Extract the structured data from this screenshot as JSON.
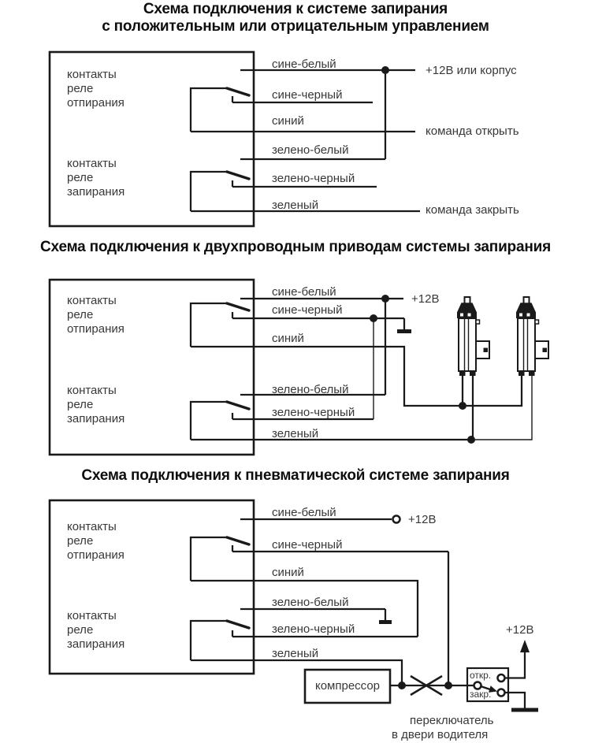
{
  "diagram1": {
    "title_line1": "Схема подключения к системе запирания",
    "title_line2": "с положительным или отрицательным управлением",
    "relay_unlock_label": "контакты\nреле\nотпирания",
    "relay_lock_label": "контакты\nреле\nзапирания",
    "wire_labels": [
      "сине-белый",
      "сине-черный",
      "синий",
      "зелено-белый",
      "зелено-черный",
      "зеленый"
    ],
    "right_labels": {
      "power": "+12В или корпус",
      "open_cmd": "команда открыть",
      "close_cmd": "команда закрыть"
    }
  },
  "diagram2": {
    "title": "Схема подключения к двухпроводным приводам системы запирания",
    "relay_unlock_label": "контакты\nреле\nотпирания",
    "relay_lock_label": "контакты\nреле\nзапирания",
    "wire_labels": [
      "сине-белый",
      "сине-черный",
      "синий",
      "зелено-белый",
      "зелено-черный",
      "зеленый"
    ],
    "right_labels": {
      "power": "+12В"
    }
  },
  "diagram3": {
    "title": "Схема подключения к пневматической системе запирания",
    "relay_unlock_label": "контакты\nреле\nотпирания",
    "relay_lock_label": "контакты\nреле\nзапирания",
    "wire_labels": [
      "сине-белый",
      "сине-черный",
      "синий",
      "зелено-белый",
      "зелено-черный",
      "зеленый"
    ],
    "right_labels": {
      "power_top": "+12В",
      "power_switch": "+12В"
    },
    "compressor_label": "компрессор",
    "switch": {
      "open": "откр.",
      "close": "закр.",
      "caption_line1": "переключатель",
      "caption_line2": "в двери водителя"
    }
  },
  "colors": {
    "line": "#1a1a1a",
    "text": "#383838",
    "title": "#0e0e0e",
    "background": "#ffffff"
  }
}
